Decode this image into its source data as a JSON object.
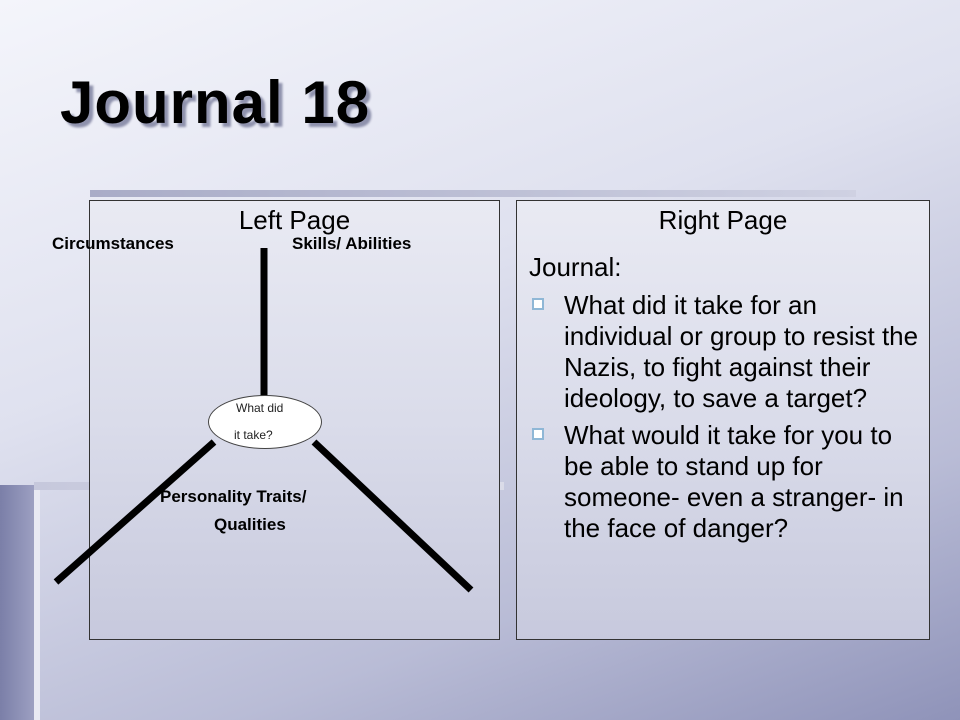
{
  "slide": {
    "title": "Journal 18"
  },
  "left_page": {
    "heading": "Left Page",
    "labels": {
      "circumstances": "Circumstances",
      "skills": "Skills/ Abilities",
      "personality_line1": "Personality Traits/",
      "personality_line2": "Qualities"
    },
    "center": {
      "line1": "What did",
      "line2": "it take?"
    }
  },
  "right_page": {
    "heading": "Right Page",
    "journal_label": "Journal:",
    "bullets": [
      "What did it take for an individual or group to resist the Nazis, to fight against their ideology, to save a target?",
      "What would it take for you to be able to stand up for someone- even a stranger- in the face of danger?"
    ]
  },
  "colors": {
    "bullet_border": "#8fb7d6",
    "line": "#000000"
  }
}
